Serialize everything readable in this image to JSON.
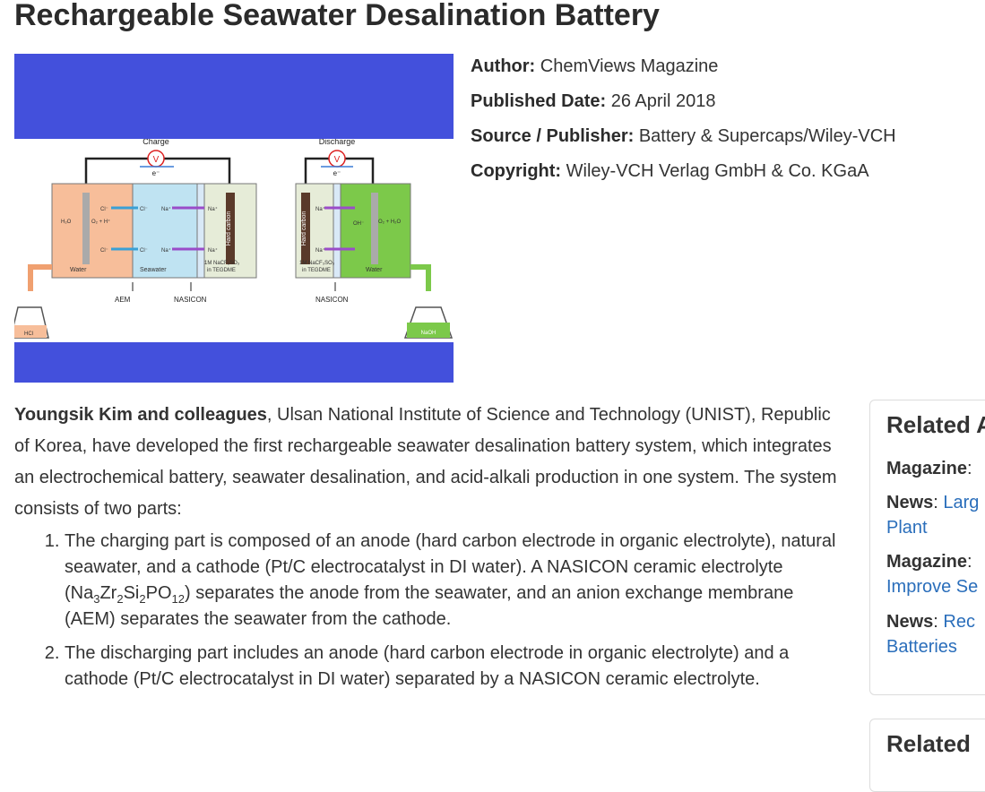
{
  "article": {
    "title": "Rechargeable Seawater Desalination Battery",
    "meta": {
      "author_label": "Author:",
      "author": "ChemViews Magazine",
      "date_label": "Published Date:",
      "date": "26 April 2018",
      "source_label": "Source / Publisher:",
      "source": "Battery & Supercaps/Wiley-VCH",
      "copyright_label": "Copyright:",
      "copyright": "Wiley-VCH Verlag GmbH & Co. KGaA"
    },
    "intro_bold": "Youngsik Kim and colleagues",
    "intro_text": ", Ulsan National Institute of Science and Technology (UNIST), Republic of Korea, have developed the first rechargeable seawater desalination battery system, which integrates an electrochemical battery, seawater desalination, and acid-alkali production in one system. The system consists of two parts:",
    "list": [
      {
        "p1": "The charging part is composed of an anode (hard carbon electrode in organic electrolyte), natural seawater, and a cathode (Pt/C electrocatalyst in DI water). A NASICON ceramic electrolyte (Na",
        "s1": "3",
        "m1": "Zr",
        "s2": "2",
        "m2": "Si",
        "s3": "2",
        "m3": "PO",
        "s4": "12",
        "p2": ") separates the anode from the seawater, and an anion exchange membrane (AEM) separates the seawater from the cathode."
      },
      {
        "text": "The discharging part includes an anode (hard carbon electrode in organic electrolyte) and a cathode (Pt/C electrocatalyst in DI water) separated by a NASICON ceramic electrolyte."
      }
    ]
  },
  "figure": {
    "charge": "Charge",
    "discharge": "Discharge",
    "v": "V",
    "e": "e⁻",
    "cl": "Cl⁻",
    "na": "Na⁺",
    "oh": "OH⁻",
    "h2o": "H₂O",
    "o2h": "O₂ + H⁺",
    "o2h2o": "O₂ + H₂O",
    "hard_carbon": "Hard carbon",
    "water": "Water",
    "seawater": "Seawater",
    "electrolyte_1": "1M NaCF₃SO₃",
    "electrolyte_2": "in TEGDME",
    "aem": "AEM",
    "nasicon": "NASICON",
    "hcl": "HCl",
    "naoh": "NaOH"
  },
  "sidebar": {
    "title": "Related A",
    "links": [
      {
        "type": "Magazine",
        "sep": ":",
        "text": ""
      },
      {
        "type": "News",
        "sep": ":",
        "text": "Larg",
        "text2": "Plant"
      },
      {
        "type": "Magazine",
        "sep": ":",
        "text": "",
        "text2": "Improve Se"
      },
      {
        "type": "News",
        "sep": ":",
        "text": "Rec",
        "text2": "Batteries"
      }
    ],
    "title2": "Related"
  },
  "colors": {
    "band": "#4350dc",
    "link": "#2a6ebb",
    "orange": "#f7be9a",
    "green": "#7cc94a"
  }
}
